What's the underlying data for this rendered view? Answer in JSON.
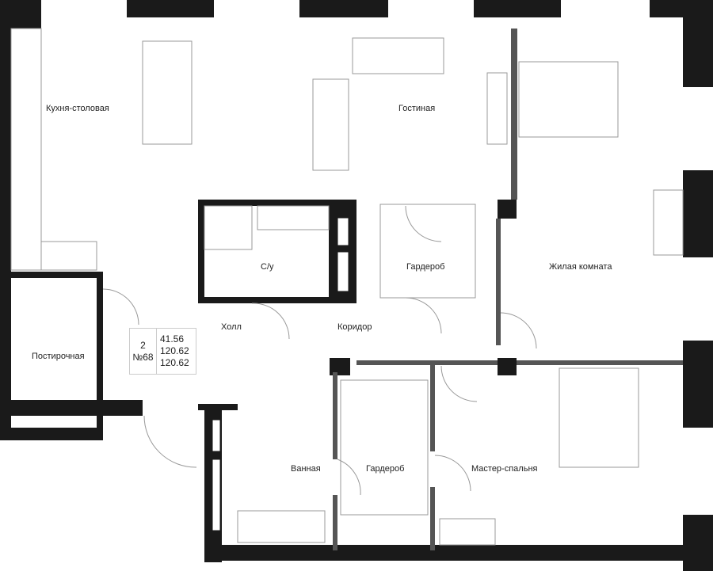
{
  "rooms": {
    "kitchen": "Кухня-столовая",
    "living": "Гостиная",
    "bathroom_small": "С/у",
    "wardrobe_1": "Гардероб",
    "living_room": "Жилая комната",
    "hall": "Холл",
    "corridor": "Коридор",
    "laundry": "Постирочная",
    "bathroom": "Ванная",
    "wardrobe_2": "Гардероб",
    "master_bedroom": "Мастер-спальня"
  },
  "apartment": {
    "rooms_count": "2",
    "number": "№68",
    "living_area": "41.56",
    "total_area": "120.62",
    "total_area_2": "120.62"
  },
  "colors": {
    "wall": "#1a1a1a",
    "partition": "#555555",
    "line": "#999999"
  }
}
